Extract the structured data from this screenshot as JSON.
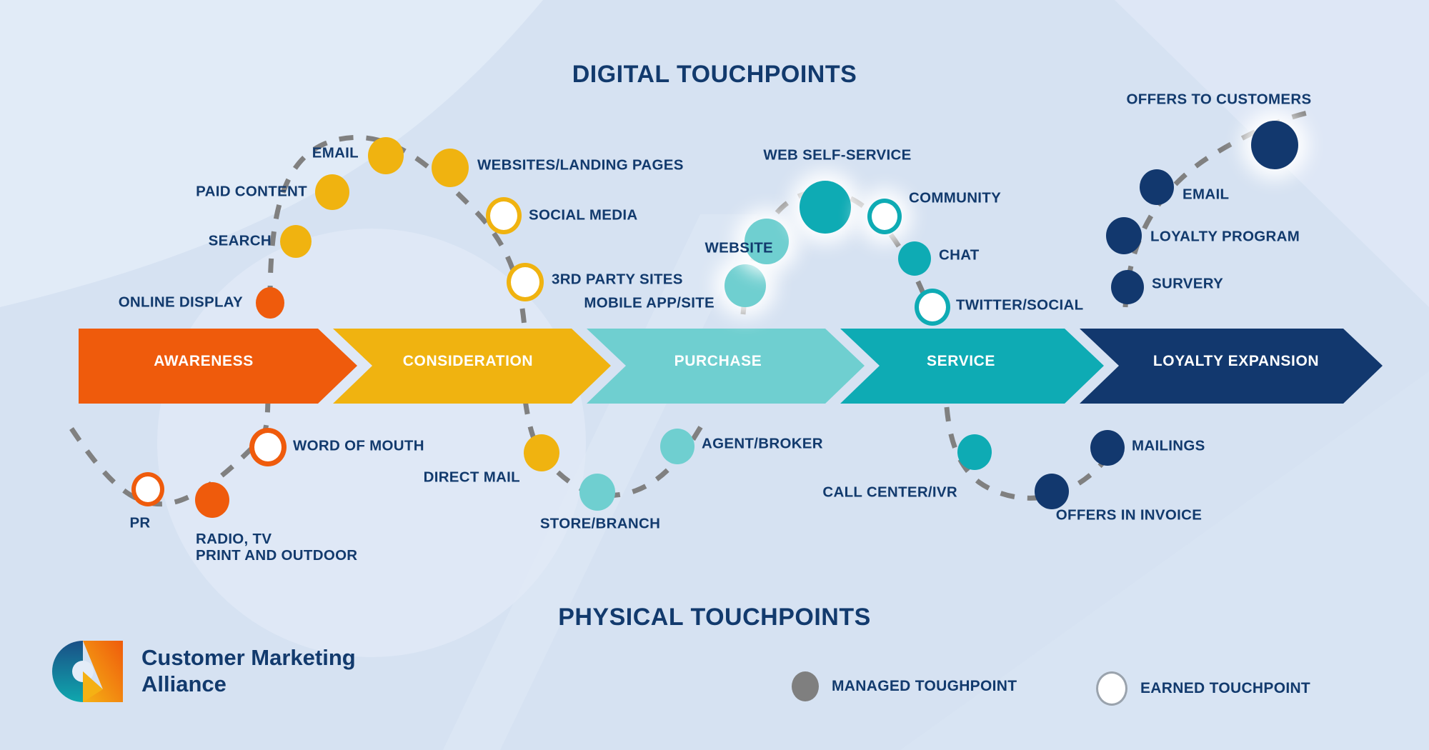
{
  "headings": {
    "digital": "DIGITAL TOUCHPOINTS",
    "physical": "PHYSICAL TOUCHPOINTS"
  },
  "stages": [
    {
      "label": "AWARENESS",
      "color": "#ef5b0c"
    },
    {
      "label": "CONSIDERATION",
      "color": "#f0b310"
    },
    {
      "label": "PURCHASE",
      "color": "#6fcfd0"
    },
    {
      "label": "SERVICE",
      "color": "#0eabb4"
    },
    {
      "label": "LOYALTY EXPANSION",
      "color": "#12386e"
    }
  ],
  "digital_touchpoints": [
    {
      "label": "ONLINE DISPLAY",
      "type": "managed",
      "stage": "AWARENESS"
    },
    {
      "label": "SEARCH",
      "type": "managed",
      "stage": "AWARENESS"
    },
    {
      "label": "PAID CONTENT",
      "type": "managed",
      "stage": "AWARENESS"
    },
    {
      "label": "EMAIL",
      "type": "managed",
      "stage": "AWARENESS"
    },
    {
      "label": "WEBSITES/LANDING PAGES",
      "type": "managed",
      "stage": "CONSIDERATION"
    },
    {
      "label": "SOCIAL MEDIA",
      "type": "earned",
      "stage": "CONSIDERATION"
    },
    {
      "label": "3RD PARTY SITES",
      "type": "earned",
      "stage": "CONSIDERATION"
    },
    {
      "label": "MOBILE APP/SITE",
      "type": "managed",
      "stage": "PURCHASE"
    },
    {
      "label": "WEBSITE",
      "type": "managed",
      "stage": "PURCHASE"
    },
    {
      "label": "WEB SELF-SERVICE",
      "type": "managed",
      "stage": "SERVICE"
    },
    {
      "label": "COMMUNITY",
      "type": "earned",
      "stage": "SERVICE"
    },
    {
      "label": "CHAT",
      "type": "managed",
      "stage": "SERVICE"
    },
    {
      "label": "TWITTER/SOCIAL",
      "type": "earned",
      "stage": "SERVICE"
    },
    {
      "label": "SURVERY",
      "type": "managed",
      "stage": "LOYALTY EXPANSION"
    },
    {
      "label": "LOYALTY PROGRAM",
      "type": "managed",
      "stage": "LOYALTY EXPANSION"
    },
    {
      "label": "EMAIL",
      "type": "managed",
      "stage": "LOYALTY EXPANSION"
    },
    {
      "label": "OFFERS TO CUSTOMERS",
      "type": "managed",
      "stage": "LOYALTY EXPANSION"
    }
  ],
  "physical_touchpoints": [
    {
      "label": "PR",
      "type": "earned",
      "stage": "AWARENESS"
    },
    {
      "label": "RADIO, TV\nPRINT AND OUTDOOR",
      "type": "managed",
      "stage": "AWARENESS"
    },
    {
      "label": "WORD OF MOUTH",
      "type": "earned",
      "stage": "AWARENESS"
    },
    {
      "label": "DIRECT MAIL",
      "type": "managed",
      "stage": "CONSIDERATION"
    },
    {
      "label": "STORE/BRANCH",
      "type": "managed",
      "stage": "PURCHASE"
    },
    {
      "label": "AGENT/BROKER",
      "type": "managed",
      "stage": "PURCHASE"
    },
    {
      "label": "CALL CENTER/IVR",
      "type": "managed",
      "stage": "SERVICE"
    },
    {
      "label": "OFFERS IN INVOICE",
      "type": "managed",
      "stage": "LOYALTY EXPANSION"
    },
    {
      "label": "MAILINGS",
      "type": "managed",
      "stage": "LOYALTY EXPANSION"
    }
  ],
  "legend": [
    {
      "label": "MANAGED TOUGHPOINT",
      "type": "managed"
    },
    {
      "label": "EARNED TOUCHPOINT",
      "type": "earned"
    }
  ],
  "brand": {
    "name": "Customer Marketing\nAlliance"
  },
  "colors": {
    "background": "#d6e2f2",
    "text_navy": "#123a6d",
    "orange": "#ef5b0c",
    "yellow": "#f0b310",
    "teal_light": "#6fcfd0",
    "teal": "#0eabb4",
    "navy": "#12386e",
    "dashed_line": "#808080",
    "legend_managed": "#7f7f7f",
    "legend_earned": "#ffffff"
  }
}
